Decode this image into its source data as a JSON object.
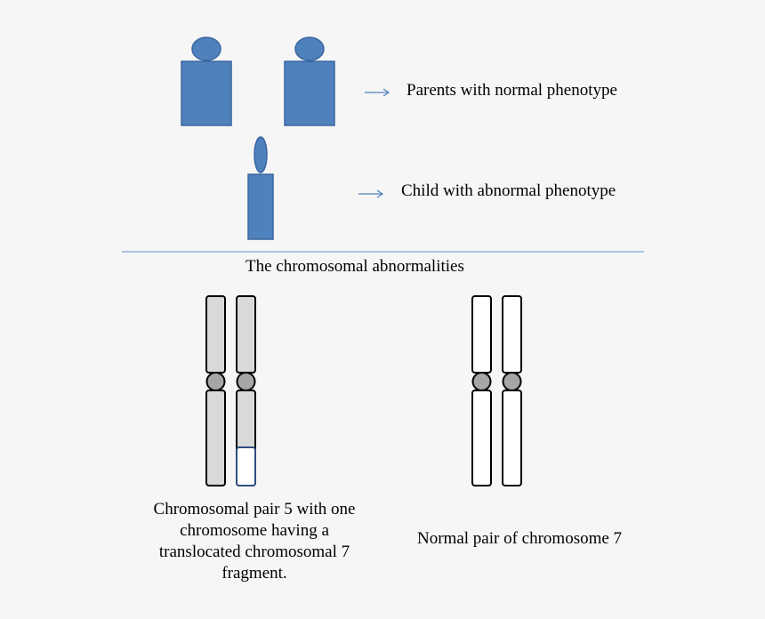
{
  "labels": {
    "parents": "Parents with normal phenotype",
    "child": "Child with abnormal phenotype",
    "section_title": "The chromosomal abnormalities"
  },
  "captions": {
    "pair5": [
      "Chromosomal pair 5 with  one",
      "chromosome having a",
      "translocated chromosomal 7",
      "fragment."
    ],
    "pair7": "Normal pair of chromosome 7"
  },
  "colors": {
    "figure_fill": "#4f81bd",
    "figure_stroke": "#3a66a0",
    "arrow": "#4f81bd",
    "divider": "#7ea6d8",
    "chromosome_gray": "#d9d9d9",
    "chromosome_white": "#ffffff",
    "centromere": "#a6a6a6",
    "translocated_stroke": "#2f4f80"
  }
}
